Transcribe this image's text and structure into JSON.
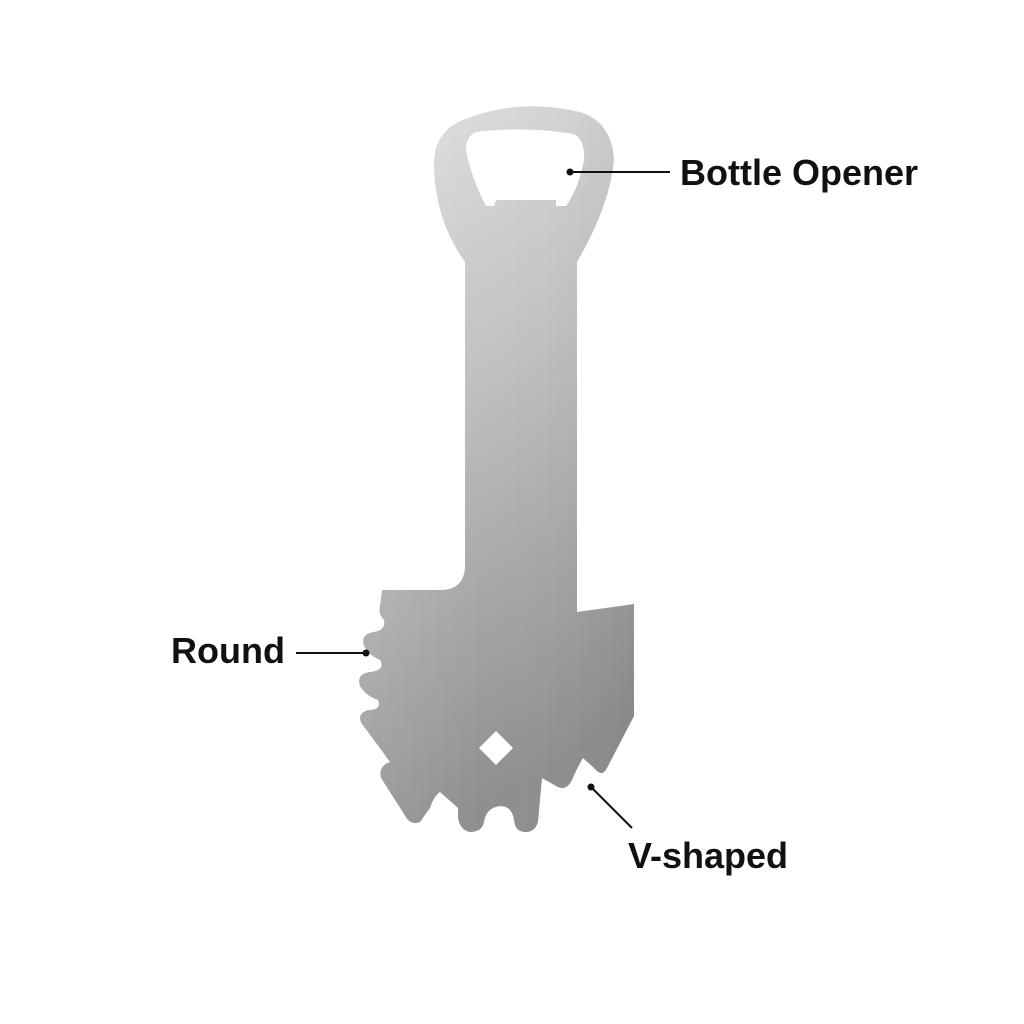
{
  "labels": {
    "bottle_opener": "Bottle Opener",
    "round": "Round",
    "v_shaped": "V-shaped"
  },
  "colors": {
    "metal_light": "#dddddc",
    "metal_mid": "#b3b3b1",
    "metal_dark": "#8f8f8d",
    "label_text": "#111111",
    "leader_line": "#111111",
    "background": "#ffffff"
  }
}
